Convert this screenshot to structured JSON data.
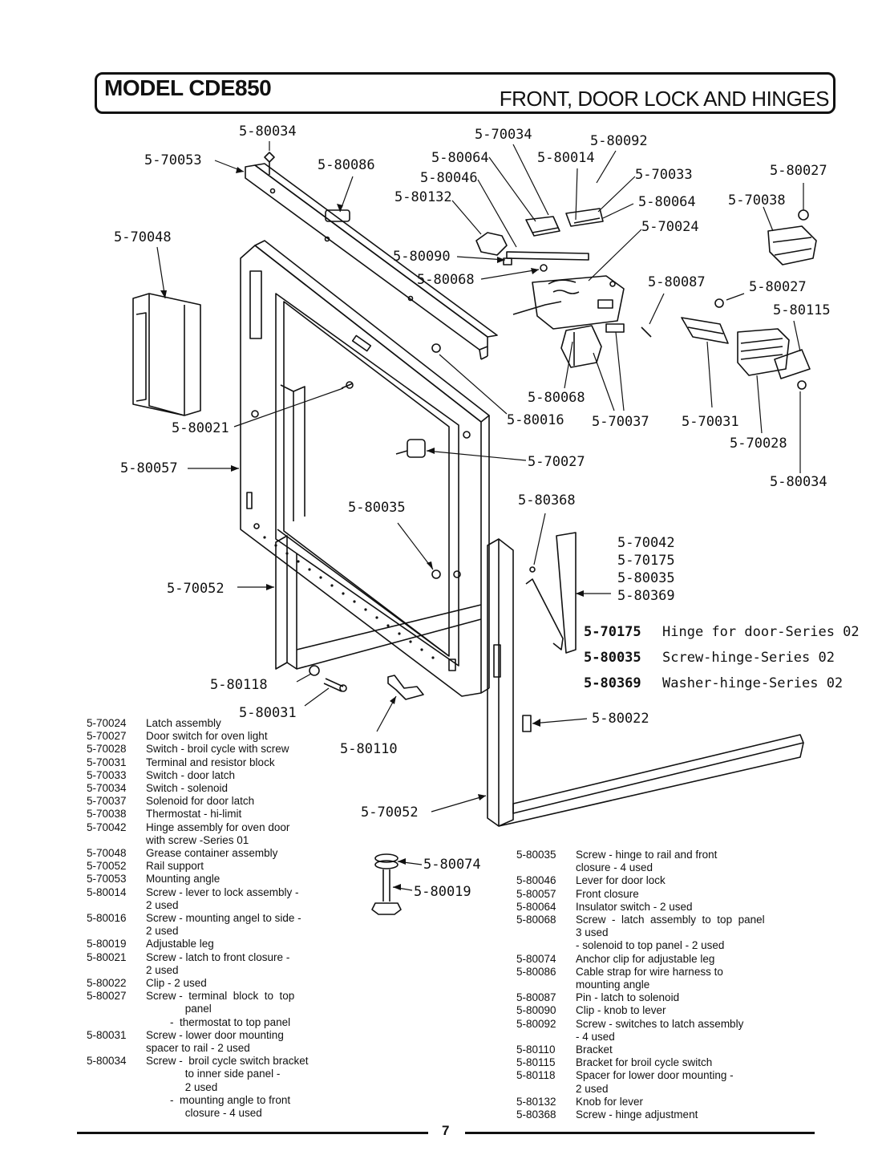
{
  "header": {
    "model": "MODEL CDE850",
    "section": "FRONT, DOOR LOCK AND HINGES"
  },
  "callouts": [
    {
      "id": "c1",
      "text": "5-80034"
    },
    {
      "id": "c2",
      "text": "5-70053"
    },
    {
      "id": "c3",
      "text": "5-80086"
    },
    {
      "id": "c4",
      "text": "5-70034"
    },
    {
      "id": "c5",
      "text": "5-80092"
    },
    {
      "id": "c6",
      "text": "5-80064"
    },
    {
      "id": "c7",
      "text": "5-80014"
    },
    {
      "id": "c8",
      "text": "5-80046"
    },
    {
      "id": "c9",
      "text": "5-70033"
    },
    {
      "id": "c10",
      "text": "5-80027"
    },
    {
      "id": "c11",
      "text": "5-80132"
    },
    {
      "id": "c12",
      "text": "5-70038"
    },
    {
      "id": "c13",
      "text": "5-80064"
    },
    {
      "id": "c14",
      "text": "5-70024"
    },
    {
      "id": "c15",
      "text": "5-70048"
    },
    {
      "id": "c16",
      "text": "5-80090"
    },
    {
      "id": "c17",
      "text": "5-80068"
    },
    {
      "id": "c18",
      "text": "5-80087"
    },
    {
      "id": "c19",
      "text": "5-80027"
    },
    {
      "id": "c20",
      "text": "5-80115"
    },
    {
      "id": "c21",
      "text": "5-80068"
    },
    {
      "id": "c22",
      "text": "5-80021"
    },
    {
      "id": "c23",
      "text": "5-80016"
    },
    {
      "id": "c24",
      "text": "5-70037"
    },
    {
      "id": "c25",
      "text": "5-70031"
    },
    {
      "id": "c26",
      "text": "5-70028"
    },
    {
      "id": "c27",
      "text": "5-80057"
    },
    {
      "id": "c28",
      "text": "5-70027"
    },
    {
      "id": "c29",
      "text": "5-80034"
    },
    {
      "id": "c30",
      "text": "5-80035"
    },
    {
      "id": "c31",
      "text": "5-80368"
    },
    {
      "id": "c32",
      "text": "5-70042"
    },
    {
      "id": "c33",
      "text": "5-70175"
    },
    {
      "id": "c34",
      "text": "5-80035"
    },
    {
      "id": "c35",
      "text": "5-80369"
    },
    {
      "id": "c36",
      "text": "5-70052"
    },
    {
      "id": "c37",
      "text": "5-80118"
    },
    {
      "id": "c38",
      "text": "5-80031"
    },
    {
      "id": "c39",
      "text": "5-80110"
    },
    {
      "id": "c40",
      "text": "5-80022"
    },
    {
      "id": "c41",
      "text": "5-70052"
    },
    {
      "id": "c42",
      "text": "5-80074"
    },
    {
      "id": "c43",
      "text": "5-80019"
    }
  ],
  "series_parts": [
    {
      "part": "5-70175",
      "desc": "Hinge for door-Series 02"
    },
    {
      "part": "5-80035",
      "desc": "Screw-hinge-Series 02"
    },
    {
      "part": "5-80369",
      "desc": "Washer-hinge-Series 02"
    }
  ],
  "legend_left": [
    {
      "num": "5-70024",
      "desc": "Latch assembly"
    },
    {
      "num": "5-70027",
      "desc": "Door switch for oven light"
    },
    {
      "num": "5-70028",
      "desc": "Switch - broil cycle with screw"
    },
    {
      "num": "5-70031",
      "desc": "Terminal and resistor block"
    },
    {
      "num": "5-70033",
      "desc": "Switch - door latch"
    },
    {
      "num": "5-70034",
      "desc": "Switch - solenoid"
    },
    {
      "num": "5-70037",
      "desc": "Solenoid for door latch"
    },
    {
      "num": "5-70038",
      "desc": "Thermostat - hi-limit"
    },
    {
      "num": "5-70042",
      "desc": "Hinge assembly for oven door"
    },
    {
      "num": "",
      "desc": "with screw -Series 01"
    },
    {
      "num": "5-70048",
      "desc": "Grease container assembly"
    },
    {
      "num": "5-70052",
      "desc": "Rail support"
    },
    {
      "num": "5-70053",
      "desc": "Mounting angle"
    },
    {
      "num": "5-80014",
      "desc": "Screw - lever to lock assembly -"
    },
    {
      "num": "",
      "desc": "2 used"
    },
    {
      "num": "5-80016",
      "desc": "Screw - mounting angel to side -"
    },
    {
      "num": "",
      "desc": "2 used"
    },
    {
      "num": "5-80019",
      "desc": "Adjustable leg"
    },
    {
      "num": "5-80021",
      "desc": "Screw - latch to front closure -"
    },
    {
      "num": "",
      "desc": "2 used"
    },
    {
      "num": "5-80022",
      "desc": "Clip - 2 used"
    },
    {
      "num": "5-80027",
      "desc": "Screw -  terminal  block  to  top"
    },
    {
      "num": "",
      "desc": "             panel"
    },
    {
      "num": "",
      "desc": "        -  thermostat to top panel"
    },
    {
      "num": "5-80031",
      "desc": "Screw - lower door mounting"
    },
    {
      "num": "",
      "desc": "spacer to rail - 2 used"
    },
    {
      "num": "5-80034",
      "desc": "Screw -  broil cycle switch bracket"
    },
    {
      "num": "",
      "desc": "             to inner side panel -"
    },
    {
      "num": "",
      "desc": "             2 used"
    },
    {
      "num": "",
      "desc": "        -  mounting angle to front"
    },
    {
      "num": "",
      "desc": "             closure - 4 used"
    }
  ],
  "legend_right": [
    {
      "num": "5-80035",
      "desc": "Screw - hinge to rail and front"
    },
    {
      "num": "",
      "desc": "closure - 4 used"
    },
    {
      "num": "5-80046",
      "desc": "Lever for door lock"
    },
    {
      "num": "5-80057",
      "desc": "Front closure"
    },
    {
      "num": "5-80064",
      "desc": "Insulator switch - 2 used"
    },
    {
      "num": "5-80068",
      "desc": "Screw  -  latch  assembly  to  top  panel"
    },
    {
      "num": "",
      "desc": "3 used"
    },
    {
      "num": "",
      "desc": "- solenoid to top panel - 2 used"
    },
    {
      "num": "5-80074",
      "desc": "Anchor clip for adjustable leg"
    },
    {
      "num": "5-80086",
      "desc": "Cable strap for wire harness to"
    },
    {
      "num": "",
      "desc": "mounting angle"
    },
    {
      "num": "5-80087",
      "desc": "Pin - latch to solenoid"
    },
    {
      "num": "5-80090",
      "desc": "Clip - knob to lever"
    },
    {
      "num": "5-80092",
      "desc": "Screw - switches to latch assembly"
    },
    {
      "num": "",
      "desc": "- 4 used"
    },
    {
      "num": "5-80110",
      "desc": "Bracket"
    },
    {
      "num": "5-80115",
      "desc": "Bracket for broil cycle switch"
    },
    {
      "num": "5-80118",
      "desc": "Spacer for lower door mounting -"
    },
    {
      "num": "",
      "desc": "2 used"
    },
    {
      "num": "5-80132",
      "desc": "Knob for lever"
    },
    {
      "num": "5-80368",
      "desc": "Screw - hinge adjustment"
    }
  ],
  "page_number": "7"
}
